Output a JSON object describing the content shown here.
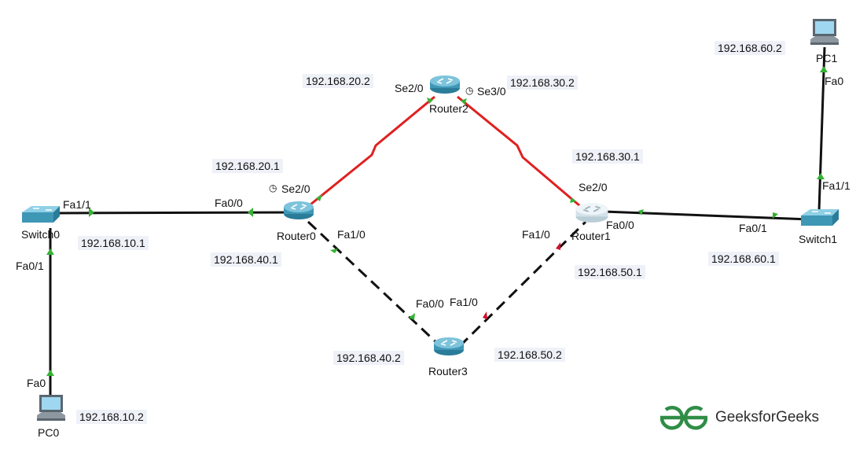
{
  "devices": {
    "router0": "Router0",
    "router1": "Router1",
    "router2": "Router2",
    "router3": "Router3",
    "switch0": "Switch0",
    "switch1": "Switch1",
    "pc0": "PC0",
    "pc1": "PC1"
  },
  "interfaces": {
    "sw0_fa11": "Fa1/1",
    "sw0_fa01": "Fa0/1",
    "pc0_fa0": "Fa0",
    "r0_fa00": "Fa0/0",
    "r0_se20": "Se2/0",
    "r0_fa10": "Fa1/0",
    "r2_se20": "Se2/0",
    "r2_se30": "Se3/0",
    "r1_se20": "Se2/0",
    "r1_fa00": "Fa0/0",
    "r1_fa10": "Fa1/0",
    "r3_fa00": "Fa0/0",
    "r3_fa10": "Fa1/0",
    "sw1_fa01": "Fa0/1",
    "sw1_fa11": "Fa1/1",
    "pc1_fa0": "Fa0"
  },
  "ips": {
    "r0_lan": "192.168.10.1",
    "pc0": "192.168.10.2",
    "r0_se": "192.168.20.1",
    "r2_se20": "192.168.20.2",
    "r2_se30": "192.168.30.2",
    "r1_se": "192.168.30.1",
    "r0_fa10": "192.168.40.1",
    "r3_fa00": "192.168.40.2",
    "r1_fa10": "192.168.50.1",
    "r3_fa10": "192.168.50.2",
    "r1_lan": "192.168.60.1",
    "pc1": "192.168.60.2"
  },
  "brand": {
    "name": "GeeksforGeeks",
    "logo_text": "GG"
  },
  "colors": {
    "serial_link": "#e02020",
    "ethernet_link": "#111111",
    "port_up": "#34b233",
    "port_down": "#d0102a",
    "router_body": "#3f97b6",
    "brand_green": "#2f8d46"
  }
}
